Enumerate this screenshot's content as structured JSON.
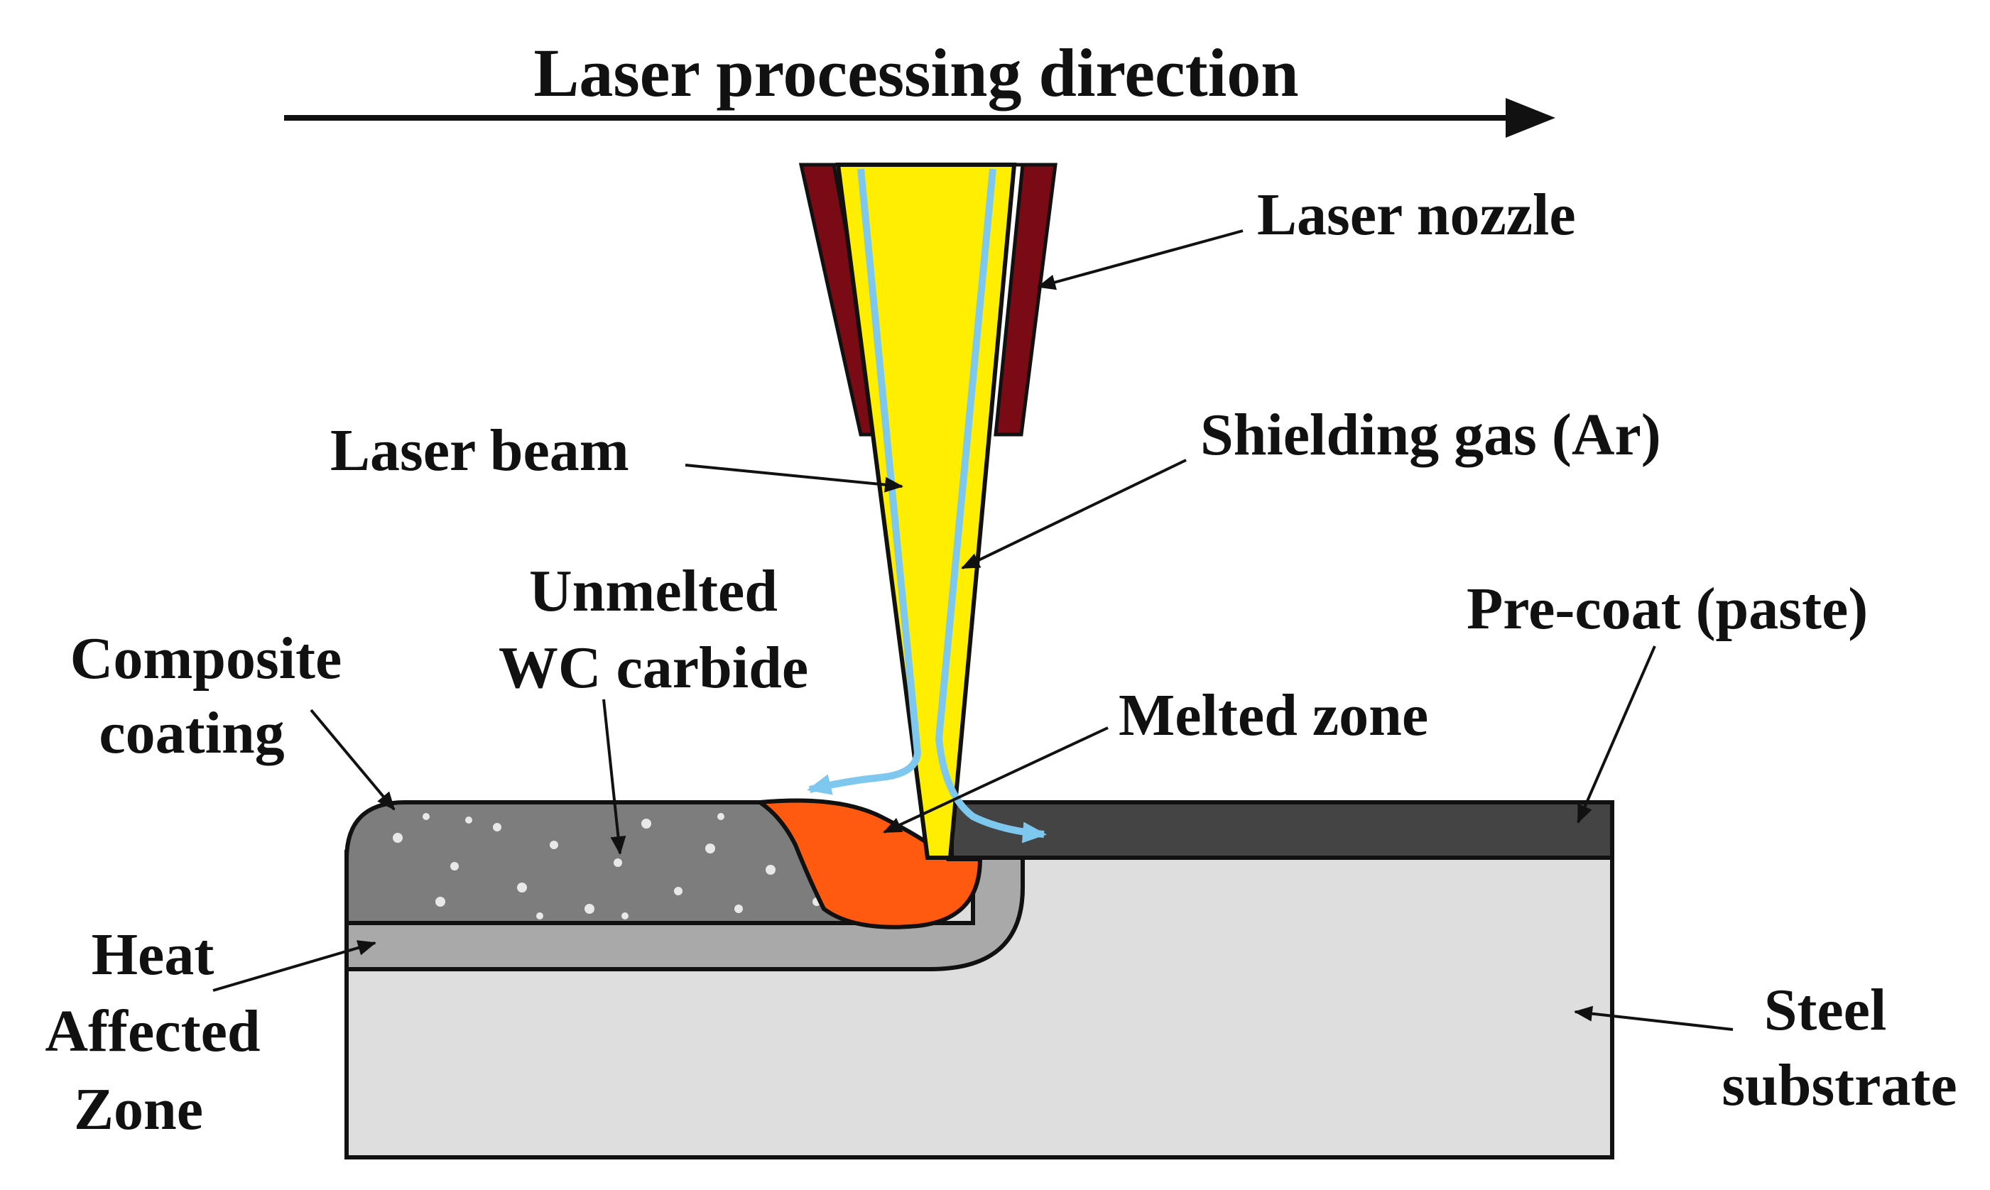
{
  "title": "Laser processing direction",
  "labels": {
    "laser_nozzle": "Laser nozzle",
    "laser_beam": "Laser beam",
    "shielding_gas": "Shielding gas (Ar)",
    "unmelted_line1": "Unmelted",
    "unmelted_line2": "WC carbide",
    "composite_line1": "Composite",
    "composite_line2": "coating",
    "precoat": "Pre-coat (paste)",
    "melted_zone": "Melted zone",
    "haz_line1": "Heat",
    "haz_line2": "Affected",
    "haz_line3": "Zone",
    "steel_line1": "Steel",
    "steel_line2": "substrate"
  },
  "colors": {
    "laser_beam": "#ffee00",
    "nozzle": "#7a0a14",
    "shielding_gas": "#7ec8f0",
    "melted_zone": "#ff5a10",
    "composite_coating": "#7d7d7d",
    "precoat": "#444444",
    "heat_affected_zone": "#a9a9a9",
    "steel_substrate": "#dedede",
    "carbide_particles": "#e8e8e8"
  }
}
